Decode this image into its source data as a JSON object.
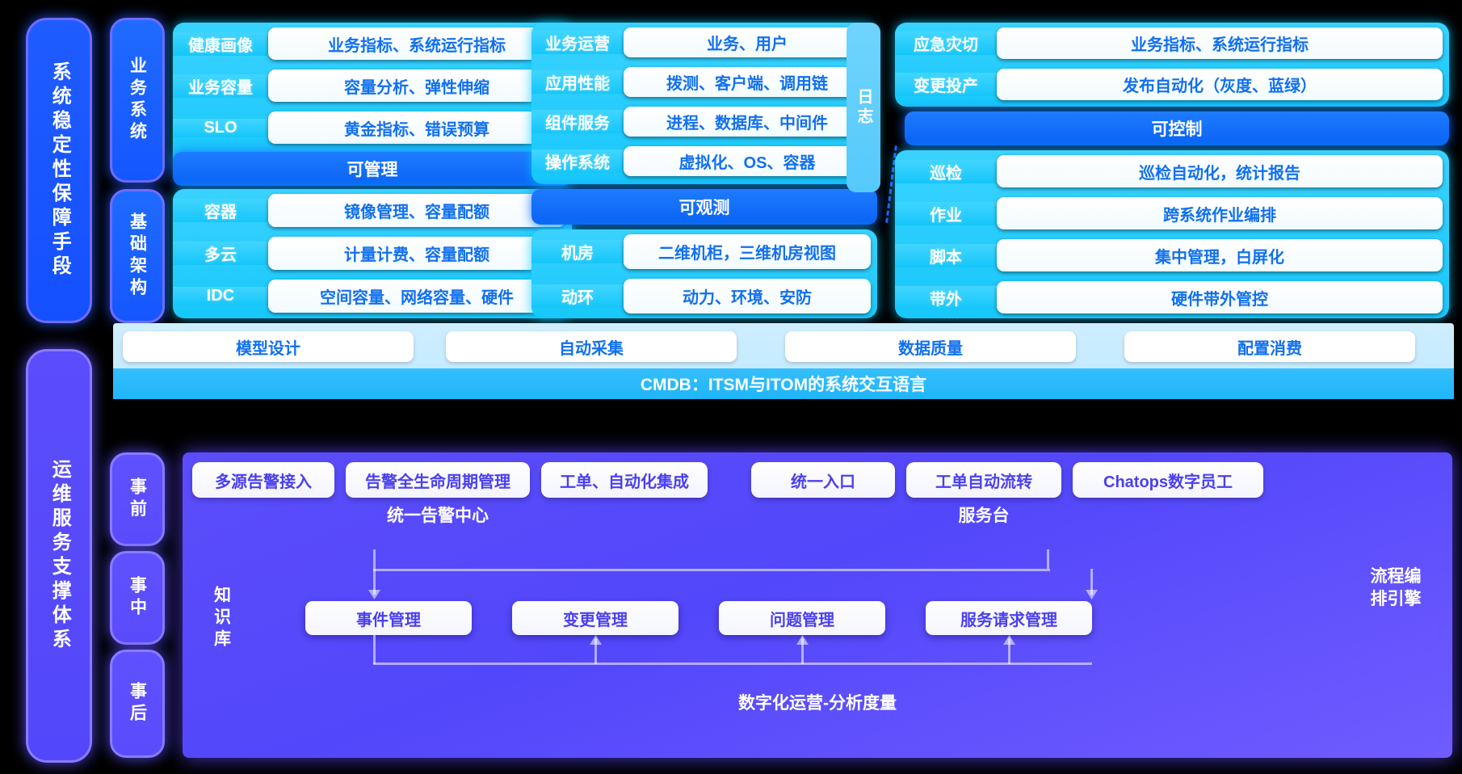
{
  "left_rails": {
    "top_title": "系统稳定性保障手段",
    "bottom_title": "运维服务支撑体系",
    "sub": {
      "business_system": "业务系统",
      "infrastructure": "基础架构",
      "before": "事前",
      "during": "事中",
      "after": "事后"
    }
  },
  "itom": {
    "col1": {
      "manageable_label": "可管理",
      "rows_top": [
        {
          "key": "健康画像",
          "value": "业务指标、系统运行指标"
        },
        {
          "key": "业务容量",
          "value": "容量分析、弹性伸缩"
        },
        {
          "key": "SLO",
          "value": "黄金指标、错误预算"
        }
      ],
      "rows_bottom": [
        {
          "key": "容器",
          "value": "镜像管理、容量配额"
        },
        {
          "key": "多云",
          "value": "计量计费、容量配额"
        },
        {
          "key": "IDC",
          "value": "空间容量、网络容量、硬件"
        }
      ]
    },
    "col2": {
      "observable_label": "可观测",
      "log_label": "日志",
      "rows_top": [
        {
          "key": "业务运营",
          "value": "业务、用户"
        },
        {
          "key": "应用性能",
          "value": "拨测、客户端、调用链"
        },
        {
          "key": "组件服务",
          "value": "进程、数据库、中间件"
        },
        {
          "key": "操作系统",
          "value": "虚拟化、OS、容器"
        }
      ],
      "rows_bottom": [
        {
          "key": "机房",
          "value": "二维机柜，三维机房视图"
        },
        {
          "key": "动环",
          "value": "动力、环境、安防"
        }
      ]
    },
    "col3": {
      "controllable_label": "可控制",
      "rows_top": [
        {
          "key": "应急灾切",
          "value": "业务指标、系统运行指标"
        },
        {
          "key": "变更投产",
          "value": "发布自动化（灰度、蓝绿）"
        }
      ],
      "rows_bottom": [
        {
          "key": "巡检",
          "value": "巡检自动化，统计报告"
        },
        {
          "key": "作业",
          "value": "跨系统作业编排"
        },
        {
          "key": "脚本",
          "value": "集中管理，白屏化"
        },
        {
          "key": "带外",
          "value": "硬件带外管控"
        }
      ]
    }
  },
  "cmdb": {
    "chips": [
      "模型设计",
      "自动采集",
      "数据质量",
      "配置消费"
    ],
    "bar_label": "CMDB：ITSM与ITOM的系统交互语言"
  },
  "itsm": {
    "alert_center": {
      "title": "统一告警中心",
      "pills": [
        "多源告警接入",
        "告警全生命周期管理",
        "工单、自动化集成"
      ]
    },
    "service_desk": {
      "title": "服务台",
      "pills": [
        "统一入口",
        "工单自动流转",
        "Chatops数字员工"
      ]
    },
    "knowledge_base": "知识库",
    "process_engine": "流程编排引擎",
    "management_boxes": [
      "事件管理",
      "变更管理",
      "问题管理",
      "服务请求管理"
    ],
    "footer": "数字化运营-分析度量"
  },
  "colors": {
    "accent_blue": "#1170f0",
    "cyan": "#17c8fb",
    "purple": "#5b4dfb",
    "bright_blue": "#0a62f5"
  }
}
